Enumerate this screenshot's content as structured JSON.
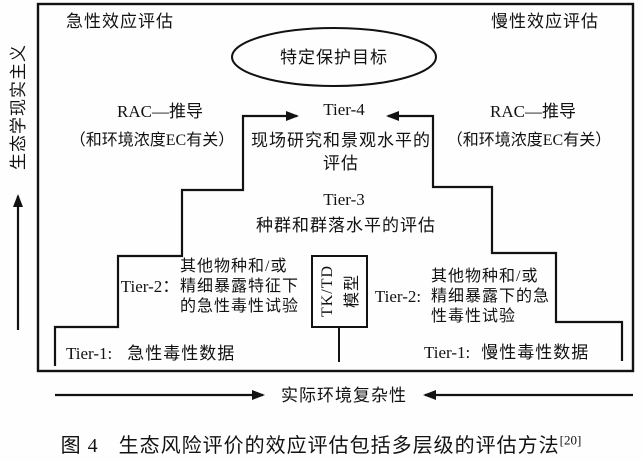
{
  "colors": {
    "ink": "#121212",
    "background": "#fefefe"
  },
  "axes": {
    "y_label": "生态学现实主义",
    "x_label": "实际环境复杂性"
  },
  "header": {
    "left": "急性效应评估",
    "right": "慢性效应评估"
  },
  "goal_ellipse": {
    "label": "特定保护目标"
  },
  "rac_left": {
    "line1": "RAC—推导",
    "line2": "（和环境浓度EC有关）"
  },
  "rac_right": {
    "line1": "RAC—推导",
    "line2": "（和环境浓度EC有关）"
  },
  "tiers": {
    "tier4": {
      "label": "Tier-4",
      "desc": "现场研究和景观水平的\n评估"
    },
    "tier3": {
      "label": "Tier-3",
      "desc": "种群和群落水平的评估"
    },
    "tier2_left": {
      "label": "Tier-2：",
      "desc": "其他物种和/或\n精细暴露特征下\n的急性毒性试验"
    },
    "tier2_right": {
      "label": "Tier-2:",
      "desc": "其他物种和/或\n精细暴露下的急\n性毒性试验"
    },
    "tier1_left": {
      "label": "Tier-1:",
      "desc": "急性毒性数据"
    },
    "tier1_right": {
      "label": "Tier-1:",
      "desc": "慢性毒性数据"
    }
  },
  "tk_box": {
    "label": "TK/TD\n模型"
  },
  "caption": {
    "fig": "图 4",
    "text": "生态风险评价的效应评估包括多层级的评估方法",
    "ref": "[20]"
  }
}
